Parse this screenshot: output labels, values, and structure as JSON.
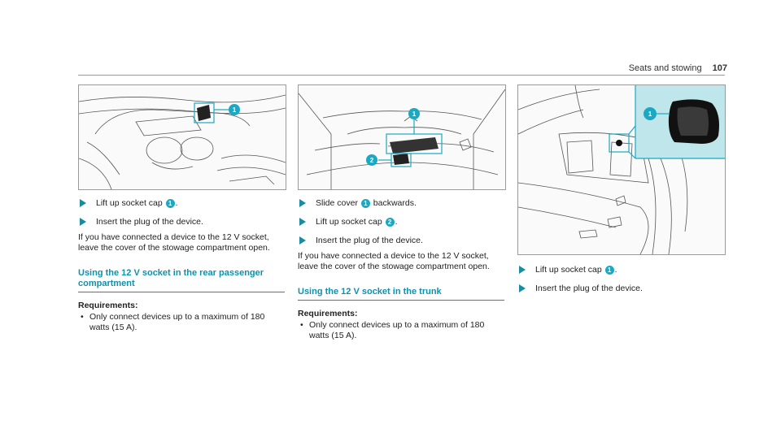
{
  "header": {
    "title": "Seats and stowing",
    "page": "107"
  },
  "col1": {
    "steps": [
      {
        "pre": "Lift up socket cap",
        "num": "1",
        "post": "."
      },
      {
        "pre": "Insert the plug of the device.",
        "num": "",
        "post": ""
      }
    ],
    "note": "If you have connected a device to the 12 V socket, leave the cover of the stowage compartment open.",
    "section_title": "Using the 12 V socket in the rear passenger compartment",
    "requirements_label": "Requirements:",
    "requirements": [
      "Only connect devices up to a maximum of 180 watts (15 A)."
    ],
    "callouts": [
      "1"
    ]
  },
  "col2": {
    "steps": [
      {
        "pre": "Slide cover",
        "num": "1",
        "post": "backwards."
      },
      {
        "pre": "Lift up socket cap",
        "num": "2",
        "post": "."
      },
      {
        "pre": "Insert the plug of the device.",
        "num": "",
        "post": ""
      }
    ],
    "note": "If you have connected a device to the 12 V socket, leave the cover of the stowage compartment open.",
    "section_title": "Using the 12 V socket in the trunk",
    "requirements_label": "Requirements:",
    "requirements": [
      "Only connect devices up to a maximum of 180 watts (15 A)."
    ],
    "callouts": [
      "1",
      "2"
    ]
  },
  "col3": {
    "steps": [
      {
        "pre": "Lift up socket cap",
        "num": "1",
        "post": "."
      },
      {
        "pre": "Insert the plug of the device.",
        "num": "",
        "post": ""
      }
    ],
    "callouts": [
      "1"
    ]
  },
  "colors": {
    "accent": "#1ba8c2",
    "heading": "#0f91ab",
    "zoom_bg": "#bfe6ea"
  }
}
